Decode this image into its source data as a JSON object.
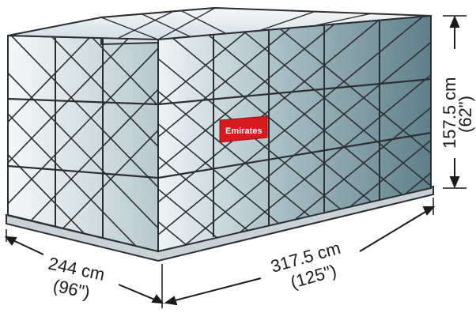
{
  "logo": {
    "brand": "Emirates",
    "color": "#d71920"
  },
  "dimensions": {
    "depth": {
      "metric": "244 cm",
      "imperial": "(96\")"
    },
    "length": {
      "metric": "317.5 cm",
      "imperial": "(125\")"
    },
    "height": {
      "metric": "157.5 cm",
      "imperial": "(62\")"
    }
  },
  "colors": {
    "net": "#2b2f33",
    "cargo_light": "#e6eff2",
    "cargo_dark": "#6b8a93",
    "pallet": "#c9d3d6"
  }
}
